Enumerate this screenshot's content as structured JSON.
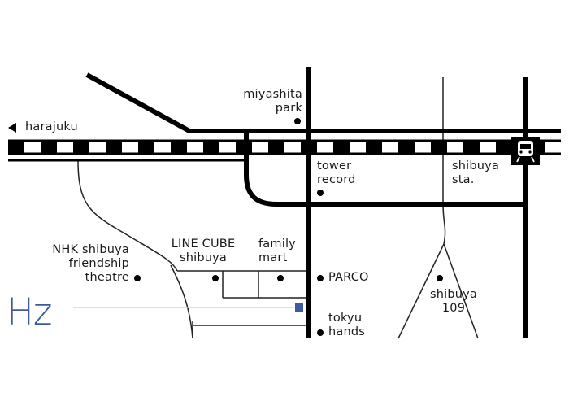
{
  "brand": {
    "logo_text": "Hz",
    "color": "#3d5a9e"
  },
  "direction": {
    "label": "harajuku",
    "arrow_icon": "triangle-left-icon"
  },
  "station_icon": "train-icon",
  "landmarks": {
    "miyashita_park": [
      "miyashita",
      "park"
    ],
    "tower_record": [
      "tower",
      "record"
    ],
    "shibuya_sta": [
      "shibuya",
      "sta."
    ],
    "nhk": [
      "NHK shibuya",
      "friendship",
      "theatre"
    ],
    "line_cube": [
      "LINE CUBE",
      "shibuya"
    ],
    "family_mart": [
      "family",
      "mart"
    ],
    "parco": "PARCO",
    "tokyu_hands": [
      "tokyu",
      "hands"
    ],
    "shibuya_109": [
      "shibuya",
      "109"
    ]
  },
  "colors": {
    "road": "#000000",
    "street": "#222222",
    "marker": "#3d5a9e",
    "guide": "#c8cdd8"
  }
}
